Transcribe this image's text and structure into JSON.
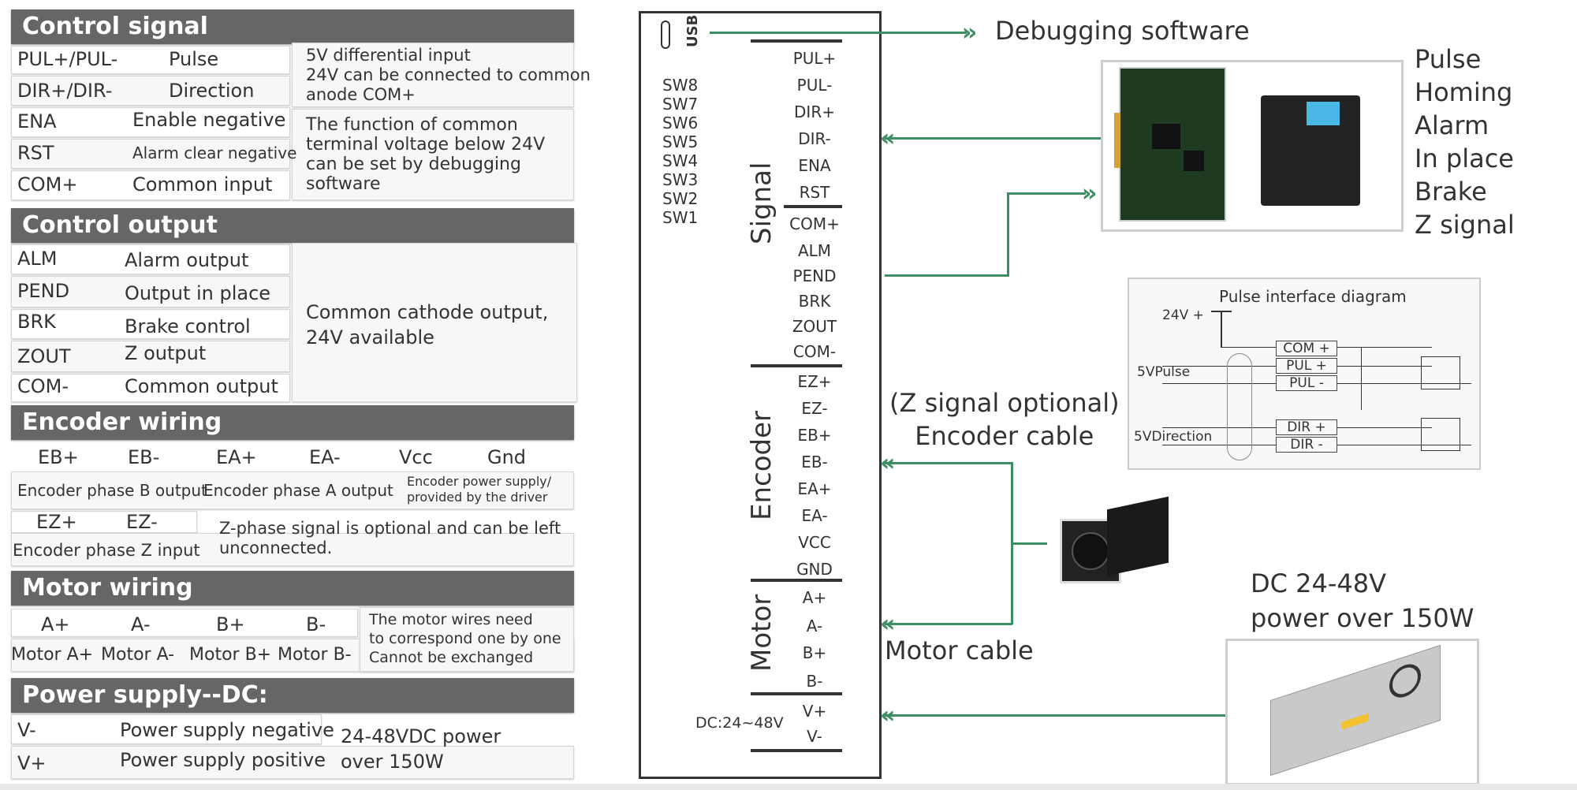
{
  "control_signal": {
    "title": "Control signal",
    "rows": [
      {
        "pin": "PUL+/PUL-",
        "desc": "Pulse"
      },
      {
        "pin": "DIR+/DIR-",
        "desc": "Direction"
      },
      {
        "pin": "ENA",
        "desc": "Enable negative"
      },
      {
        "pin": "RST",
        "desc": "Alarm clear negative"
      },
      {
        "pin": "COM+",
        "desc": "Common input"
      }
    ],
    "note1": [
      "5V differential input",
      "24V can be connected to common",
      "anode COM+"
    ],
    "note2": [
      "The function of common",
      "terminal voltage below 24V",
      "can be set by debugging",
      "software"
    ]
  },
  "control_output": {
    "title": "Control output",
    "rows": [
      {
        "pin": "ALM",
        "desc": "Alarm output"
      },
      {
        "pin": "PEND",
        "desc": "Output in place"
      },
      {
        "pin": "BRK",
        "desc": "Brake control"
      },
      {
        "pin": "ZOUT",
        "desc": "Z output"
      },
      {
        "pin": "COM-",
        "desc": "Common output"
      }
    ],
    "note": [
      "Common cathode output,",
      "24V available"
    ]
  },
  "encoder_wiring": {
    "title": "Encoder wiring",
    "pins": [
      "EB+",
      "EB-",
      "EA+",
      "EA-",
      "Vcc",
      "Gnd"
    ],
    "desc_b": "Encoder phase B output",
    "desc_a": "Encoder phase A output",
    "desc_power": [
      "Encoder power supply/",
      "provided by the driver"
    ],
    "z_pins": [
      "EZ+",
      "EZ-"
    ],
    "desc_z": "Encoder phase Z input",
    "z_note": [
      "Z-phase signal is optional and can be left",
      "unconnected."
    ]
  },
  "motor_wiring": {
    "title": "Motor wiring",
    "pins": [
      "A+",
      "A-",
      "B+",
      "B-"
    ],
    "descs": [
      "Motor A+",
      "Motor A-",
      "Motor B+",
      "Motor B-"
    ],
    "note": [
      "The motor wires need",
      "to correspond one by one",
      "Cannot be exchanged"
    ]
  },
  "power_supply": {
    "title": "Power supply--DC:",
    "rows": [
      {
        "pin": "V-",
        "desc": "Power supply negative"
      },
      {
        "pin": "V+",
        "desc": "Power supply positive"
      }
    ],
    "note": [
      "24-48VDC power",
      "over 150W"
    ]
  },
  "driver": {
    "usb": "USB",
    "switches": [
      "SW8",
      "SW7",
      "SW6",
      "SW5",
      "SW4",
      "SW3",
      "SW2",
      "SW1"
    ],
    "signal_label": "Signal",
    "signal_pins": [
      "PUL+",
      "PUL-",
      "DIR+",
      "DIR-",
      "ENA",
      "RST",
      "COM+",
      "ALM",
      "PEND",
      "BRK",
      "ZOUT",
      "COM-"
    ],
    "encoder_label": "Encoder",
    "encoder_pins": [
      "EZ+",
      "EZ-",
      "EB+",
      "EB-",
      "EA+",
      "EA-",
      "VCC",
      "GND"
    ],
    "motor_label": "Motor",
    "motor_pins": [
      "A+",
      "A-",
      "B+",
      "B-"
    ],
    "power_label": "DC:24~48V",
    "power_pins": [
      "V+",
      "V-"
    ]
  },
  "connections": {
    "debug": "Debugging software",
    "controller_signals": [
      "Pulse",
      "Homing",
      "Alarm",
      "In place",
      "Brake",
      "Z signal"
    ],
    "encoder_cable": [
      "(Z signal optional)",
      "Encoder cable"
    ],
    "motor_cable": "Motor cable",
    "power": [
      "DC 24-48V",
      "power over 150W"
    ],
    "wire_color": "#3e8e63"
  },
  "pulse_interface": {
    "title": "Pulse interface diagram",
    "supply": "24V +",
    "pulse_label": "5VPulse",
    "dir_label": "5VDirection",
    "terminals": [
      "COM +",
      "PUL +",
      "PUL -",
      "DIR +",
      "DIR -"
    ]
  },
  "colors": {
    "header_bg": "#666666",
    "wire": "#3e8e63"
  }
}
